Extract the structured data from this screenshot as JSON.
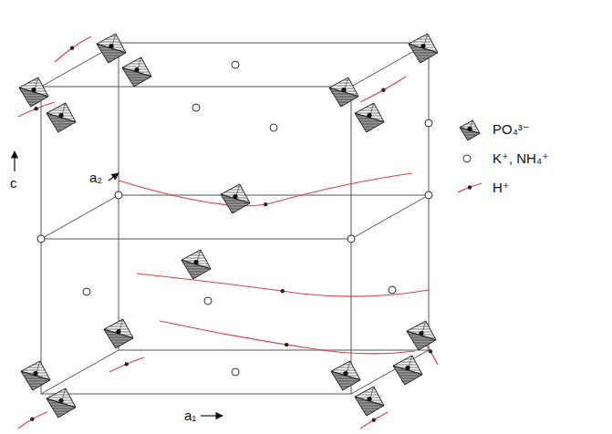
{
  "diagram": {
    "labels": [
      "c",
      "a₂",
      "a₁"
    ],
    "legend": [
      {
        "text": "PO₄³⁻"
      },
      {
        "text": "K⁺, NH₄⁺"
      },
      {
        "text": "H⁺"
      }
    ]
  }
}
